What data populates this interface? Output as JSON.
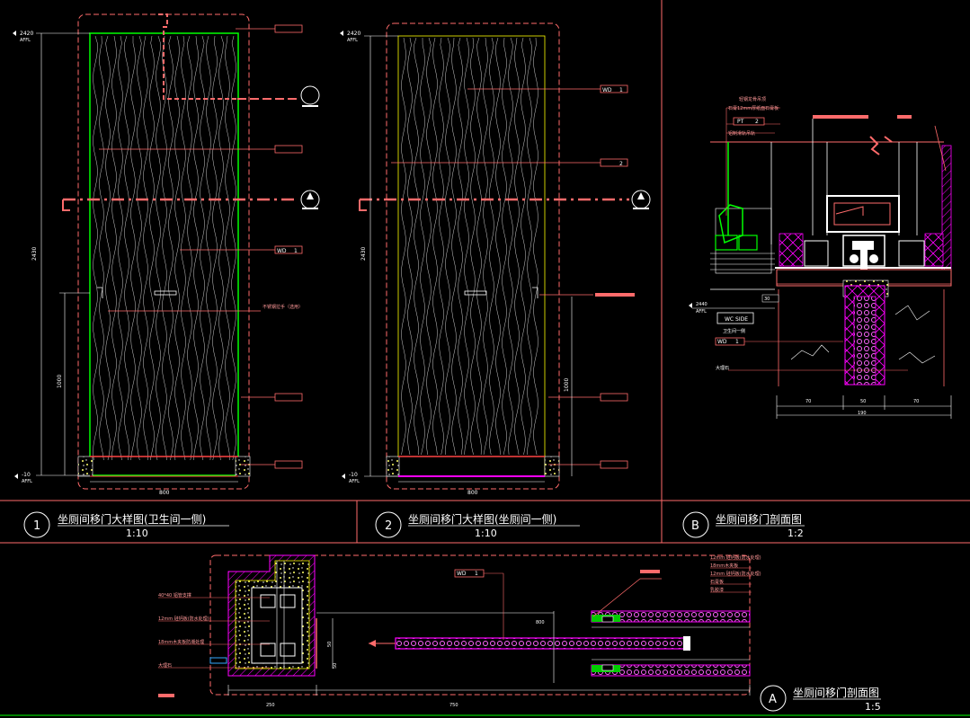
{
  "colors": {
    "background": "#000000",
    "frame": "#ff6b6b",
    "dim": "#ffffff",
    "grass": "#00ff00",
    "magenta": "#ff00ff",
    "yellow": "#ffff00",
    "title": "#ffffff"
  },
  "panels": [
    {
      "number": "1",
      "title": "坐厕间移门大样图(卫生间一侧)",
      "scale": "1:10"
    },
    {
      "number": "2",
      "title": "坐厕间移门大样图(坐厕间一侧)",
      "scale": "1:10"
    },
    {
      "number": "B",
      "title": "坐厕间移门剖面图",
      "scale": "1:2"
    },
    {
      "number": "A",
      "title": "坐厕间移门剖面图",
      "scale": "1:5"
    }
  ],
  "elevation1": {
    "level_top": "2420",
    "level_top_sub": "AFFL",
    "level_bottom": "-10",
    "level_bottom_sub": "AFFL",
    "height_total": "2430",
    "height_handle": "1000",
    "width": "800",
    "tag_wd": "WD",
    "tag_wd_no": "1",
    "note_handle": "不锈钢拉手（选用）"
  },
  "elevation2": {
    "level_top": "2420",
    "level_top_sub": "AFFL",
    "level_bottom": "-10",
    "level_bottom_sub": "AFFL",
    "height_total": "2430",
    "height_handle": "1000",
    "width": "800",
    "tag_wd": "WD",
    "tag_wd_no": "1",
    "tag_no2": "2"
  },
  "sectionB": {
    "level": "2440",
    "level_sub": "AFFL",
    "tag_pt": "PT",
    "tag_pt_no": "2",
    "wc_side": "WC SIDE",
    "wc_sub": "卫生间一侧",
    "tag_wd": "WD",
    "tag_wd_no": "1",
    "dim_left": "70",
    "dim_mid": "50",
    "dim_right": "70",
    "dim_total": "190",
    "dim_small": "30",
    "note1": "轻钢龙骨吊顶",
    "note2": "石膏12mm厚纸面石膏板",
    "note3": "铝制滑轨吊轨",
    "note_stone": "大理石"
  },
  "sectionA": {
    "tag_wd": "WD",
    "tag_wd_no": "1",
    "dim_opening": "800",
    "dim_left": "250",
    "dim_right": "750",
    "dim_v1": "50",
    "dim_v2": "50",
    "notes_left": [
      "40*40 铝管支撑",
      "12mm 硅钙板(防水处理)",
      "18mm木夹板防潮处理",
      "大理石"
    ],
    "notes_right": [
      "12mm 硅钙板(防水处理)",
      "18mm木夹板",
      "12mm 硅钙板(防水处理)",
      "石膏板",
      "乳胶漆"
    ]
  }
}
